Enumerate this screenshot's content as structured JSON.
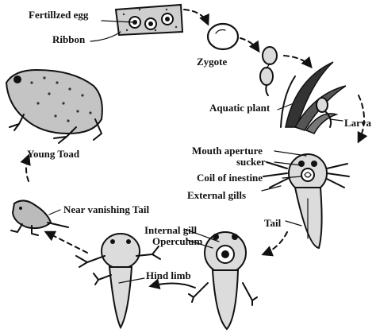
{
  "labels": {
    "fertilized_egg": "Fertillzed egg",
    "ribbon": "Ribbon",
    "zygote": "Zygote",
    "aquatic_plant": "Aquatic plant",
    "larva": "Larva",
    "mouth_aperture": "Mouth aperture",
    "sucker": "sucker",
    "coil_of_intestine": "Coil of inestine",
    "external_gills": "External gills",
    "tail": "Tail",
    "internal_gill": "Internal gill",
    "operculum": "Operculum",
    "hind_limb": "Hind limb",
    "near_vanishing_tail": "Near vanishing Tail",
    "young_toad": "Young Toad"
  }
}
